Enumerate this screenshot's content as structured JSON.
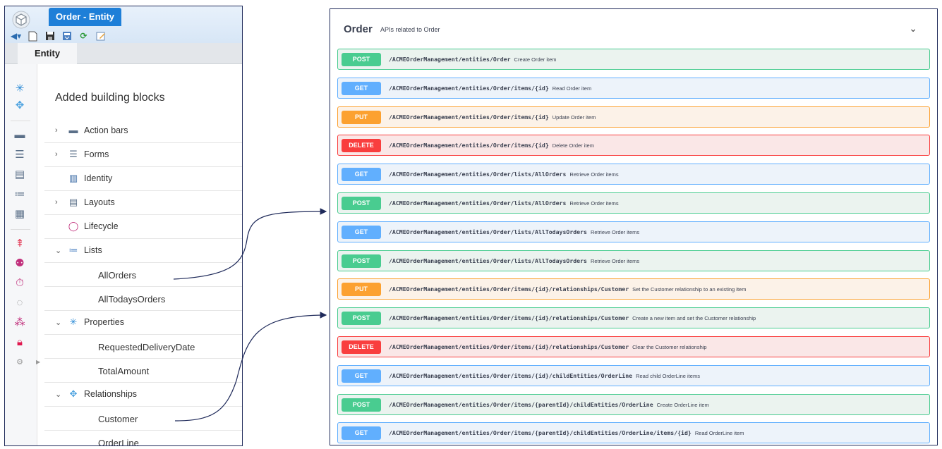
{
  "app": {
    "title_tab": "Order - Entity",
    "tab": "Entity",
    "toolbar": [
      "share-icon",
      "new-document-icon",
      "save-icon",
      "save-all-icon",
      "refresh-icon",
      "edit-icon"
    ]
  },
  "tree": {
    "title": "Added building blocks",
    "items": [
      {
        "label": "Action bars",
        "icon": "action-bars-icon",
        "expand": "›"
      },
      {
        "label": "Forms",
        "icon": "forms-icon",
        "expand": "›"
      },
      {
        "label": "Identity",
        "icon": "identity-icon",
        "expand": ""
      },
      {
        "label": "Layouts",
        "icon": "layouts-icon",
        "expand": "›"
      },
      {
        "label": "Lifecycle",
        "icon": "lifecycle-icon",
        "expand": ""
      },
      {
        "label": "Lists",
        "icon": "lists-icon",
        "expand": "⌄"
      },
      {
        "label": "AllOrders"
      },
      {
        "label": "AllTodaysOrders"
      },
      {
        "label": "Properties",
        "icon": "properties-icon",
        "expand": "⌄"
      },
      {
        "label": "RequestedDeliveryDate"
      },
      {
        "label": "TotalAmount"
      },
      {
        "label": "Relationships",
        "icon": "relationships-icon",
        "expand": "⌄"
      },
      {
        "label": "Customer"
      },
      {
        "label": "OrderLine"
      }
    ]
  },
  "api": {
    "title": "Order",
    "description": "APIs related to Order",
    "collapse_icon": "chevron-down-icon",
    "operations": [
      {
        "method": "POST",
        "path": "/ACMEOrderManagement/entities/Order",
        "summary": "Create Order item"
      },
      {
        "method": "GET",
        "path": "/ACMEOrderManagement/entities/Order/items/{id}",
        "summary": "Read Order item"
      },
      {
        "method": "PUT",
        "path": "/ACMEOrderManagement/entities/Order/items/{id}",
        "summary": "Update Order item"
      },
      {
        "method": "DELETE",
        "path": "/ACMEOrderManagement/entities/Order/items/{id}",
        "summary": "Delete Order item"
      },
      {
        "method": "GET",
        "path": "/ACMEOrderManagement/entities/Order/lists/AllOrders",
        "summary": "Retrieve Order items"
      },
      {
        "method": "POST",
        "path": "/ACMEOrderManagement/entities/Order/lists/AllOrders",
        "summary": "Retrieve Order items"
      },
      {
        "method": "GET",
        "path": "/ACMEOrderManagement/entities/Order/lists/AllTodaysOrders",
        "summary": "Retrieve Order items"
      },
      {
        "method": "POST",
        "path": "/ACMEOrderManagement/entities/Order/lists/AllTodaysOrders",
        "summary": "Retrieve Order items"
      },
      {
        "method": "PUT",
        "path": "/ACMEOrderManagement/entities/Order/items/{id}/relationships/Customer",
        "summary": "Set the Customer relationship to an existing item"
      },
      {
        "method": "POST",
        "path": "/ACMEOrderManagement/entities/Order/items/{id}/relationships/Customer",
        "summary": "Create a new item and set the Customer relationship"
      },
      {
        "method": "DELETE",
        "path": "/ACMEOrderManagement/entities/Order/items/{id}/relationships/Customer",
        "summary": "Clear the Customer relationship"
      },
      {
        "method": "GET",
        "path": "/ACMEOrderManagement/entities/Order/items/{id}/childEntities/OrderLine",
        "summary": "Read child OrderLine items"
      },
      {
        "method": "POST",
        "path": "/ACMEOrderManagement/entities/Order/items/{parentId}/childEntities/OrderLine",
        "summary": "Create OrderLine item"
      },
      {
        "method": "GET",
        "path": "/ACMEOrderManagement/entities/Order/items/{parentId}/childEntities/OrderLine/items/{id}",
        "summary": "Read OrderLine item"
      }
    ]
  },
  "colors": {
    "post": "#49cc90",
    "get": "#61affe",
    "put": "#fca130",
    "delete": "#f93e3e",
    "connector": "#1f2a5a"
  }
}
